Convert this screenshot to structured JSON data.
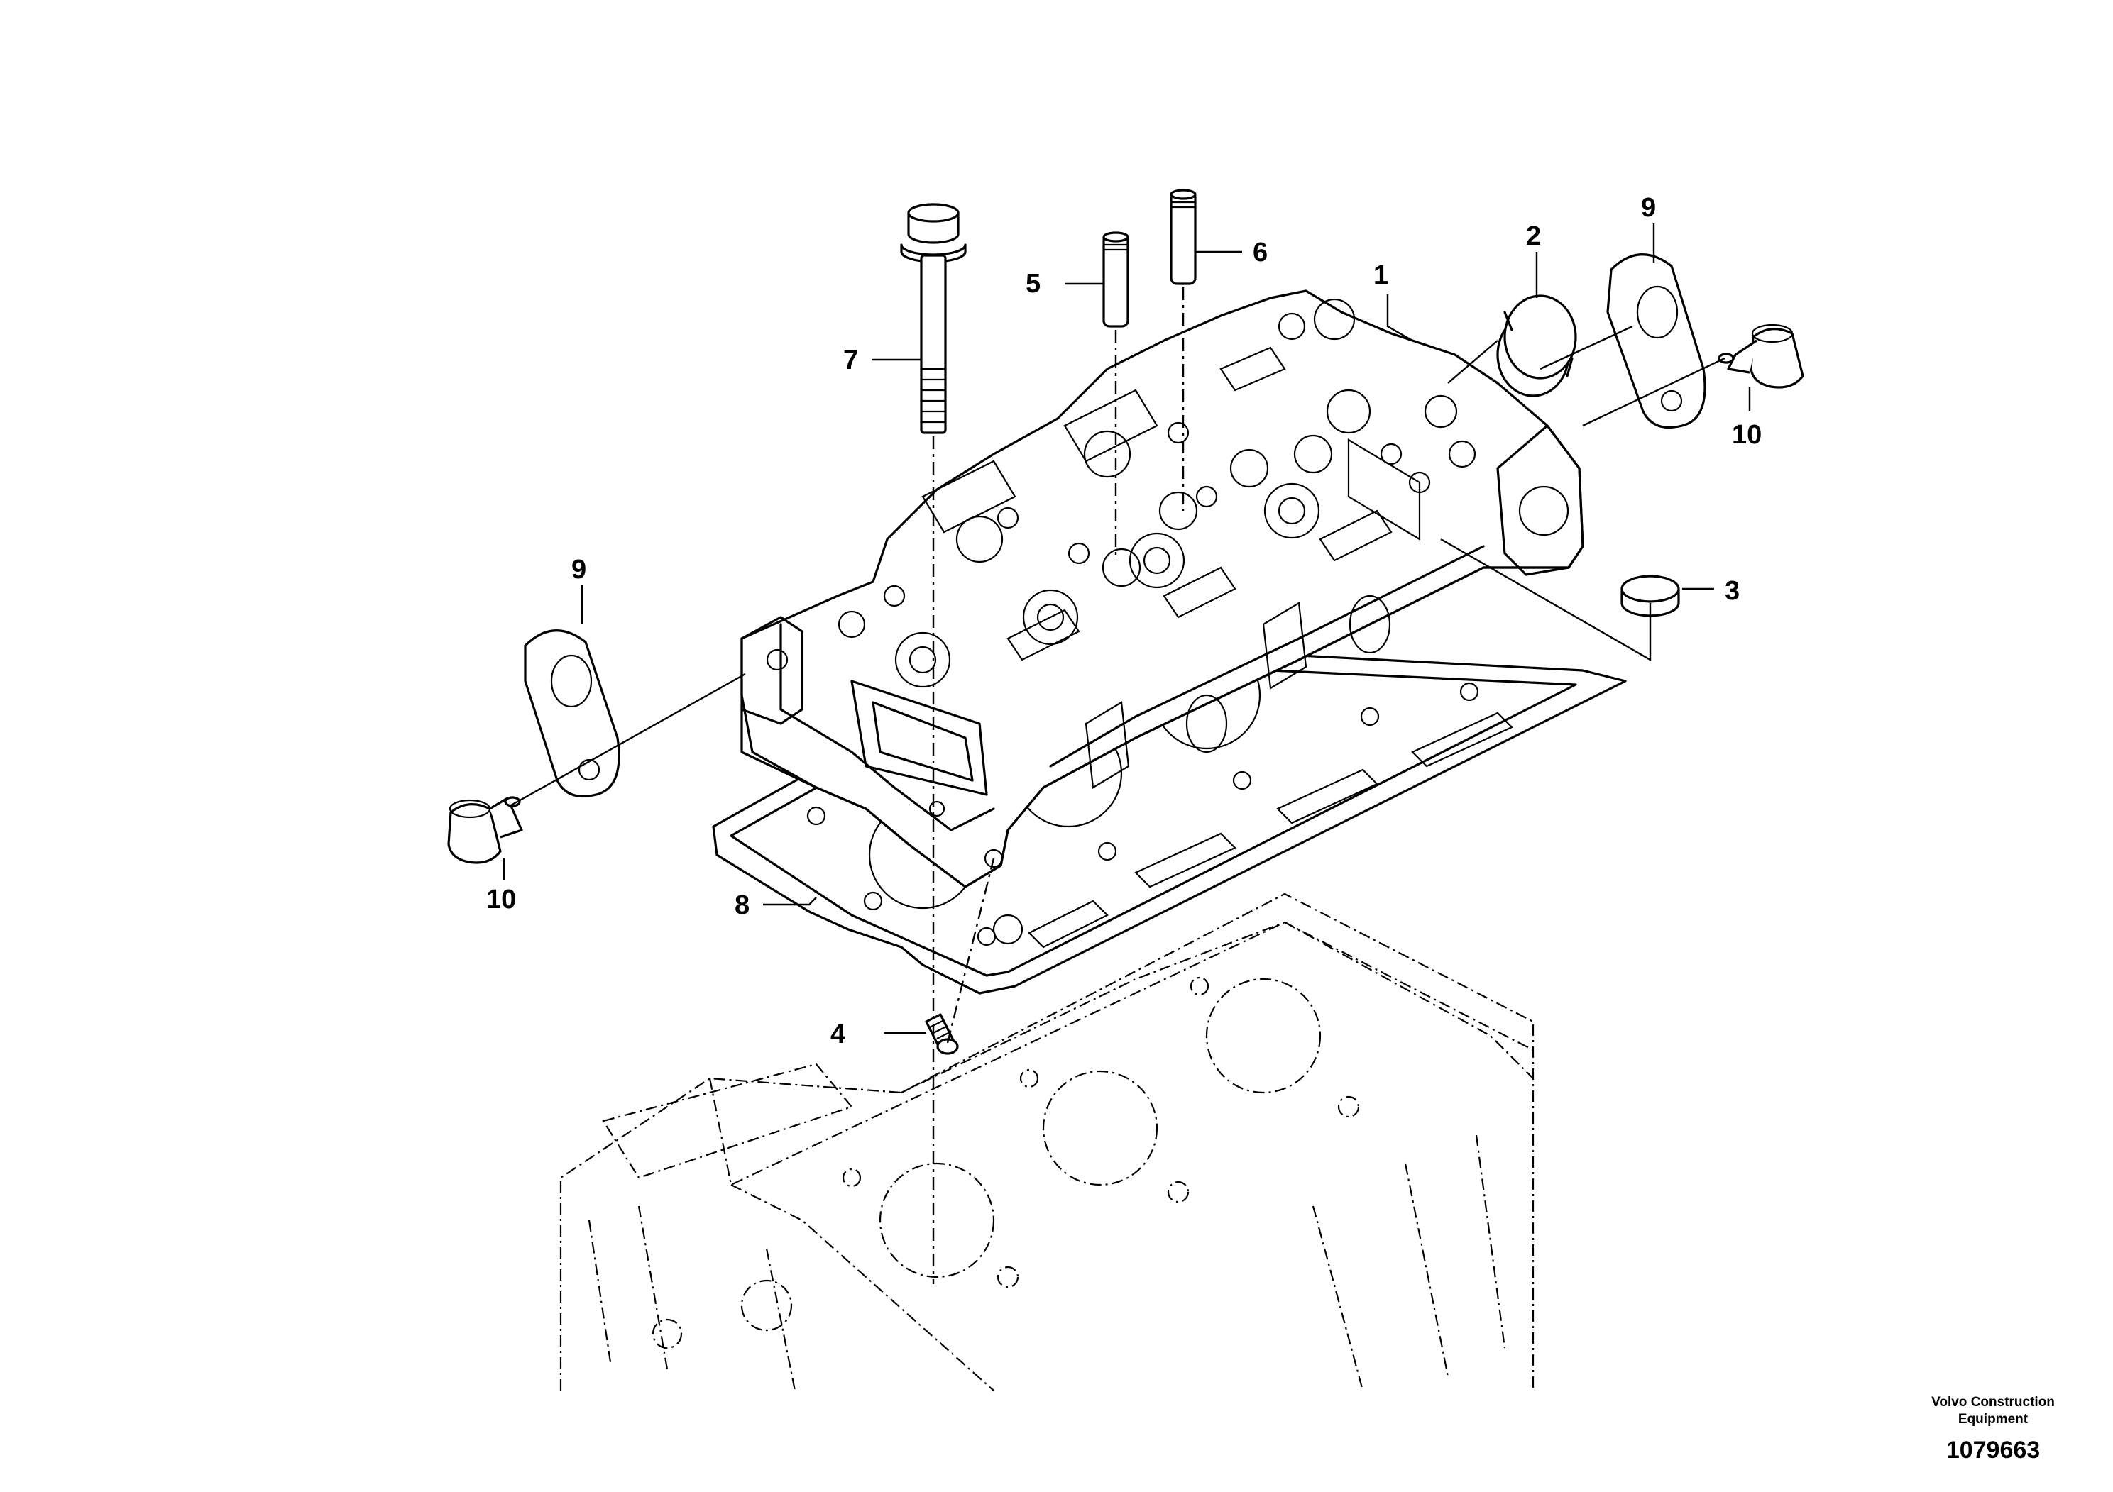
{
  "callouts": {
    "c1": "1",
    "c2": "2",
    "c3": "3",
    "c4": "4",
    "c5": "5",
    "c6": "6",
    "c7": "7",
    "c8": "8",
    "c9a": "9",
    "c9b": "9",
    "c10a": "10",
    "c10b": "10"
  },
  "footer": {
    "brand_line1": "Volvo Construction",
    "brand_line2": "Equipment",
    "drawing_number": "1079663"
  }
}
